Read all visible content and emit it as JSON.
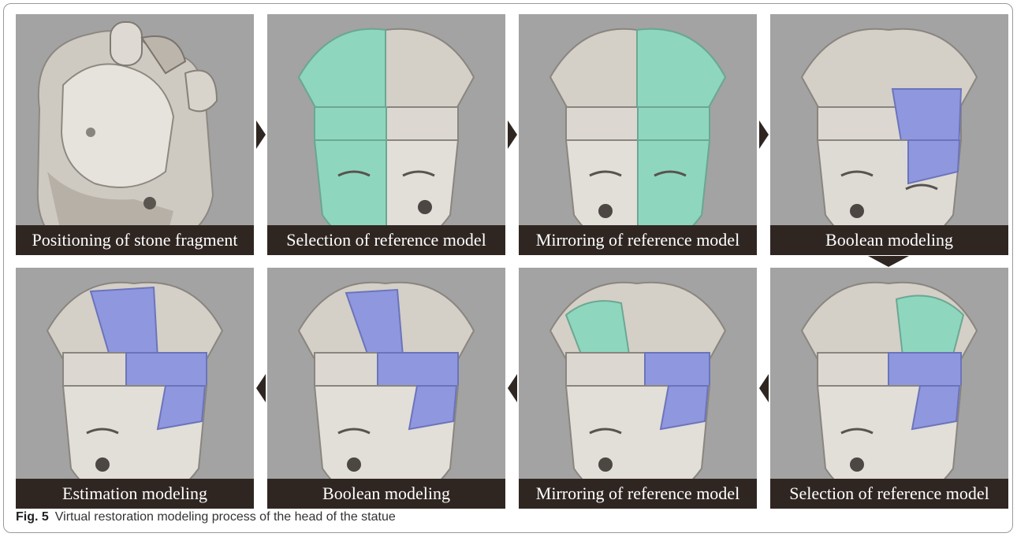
{
  "figure": {
    "label": "Fig. 5",
    "caption": "Virtual restoration modeling process of the head of the statue"
  },
  "colors": {
    "panel_bg": "#a3a3a3",
    "caption_bg": "#2f2622",
    "stone": "#d9d4cc",
    "reference_mint": "#8fd6bf",
    "boolean_blue": "#8f98de"
  },
  "panels": [
    {
      "caption": "Positioning of stone fragment",
      "highlight": "none"
    },
    {
      "caption": "Selection of reference model",
      "highlight": "left-half-mint"
    },
    {
      "caption": "Mirroring of reference model",
      "highlight": "right-half-mint"
    },
    {
      "caption": "Boolean modeling",
      "highlight": "band-blue"
    },
    {
      "caption": "Estimation modeling",
      "highlight": "band-and-crown-blue"
    },
    {
      "caption": "Boolean modeling",
      "highlight": "band-and-crown-blue"
    },
    {
      "caption": "Mirroring of reference model",
      "highlight": "band-blue-crown-mint"
    },
    {
      "caption": "Selection of reference model",
      "highlight": "band-blue-crown-mint-right"
    }
  ],
  "arrows": [
    "right-arrow",
    "right-arrow",
    "right-arrow",
    "down-arrow",
    "left-arrow",
    "left-arrow",
    "left-arrow"
  ]
}
